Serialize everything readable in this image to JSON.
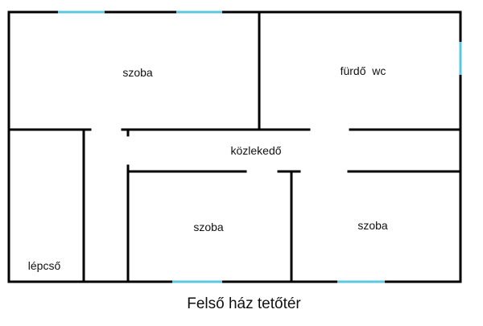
{
  "rooms": {
    "room_top_left": "szoba",
    "bathroom": "fürdő  wc",
    "hallway": "közlekedő",
    "room_bottom_middle": "szoba",
    "room_bottom_right": "szoba",
    "stairs": "lépcső"
  },
  "caption": "Felső ház tetőtér",
  "colors": {
    "wall": "#000000",
    "window": "#5bc8e0"
  }
}
